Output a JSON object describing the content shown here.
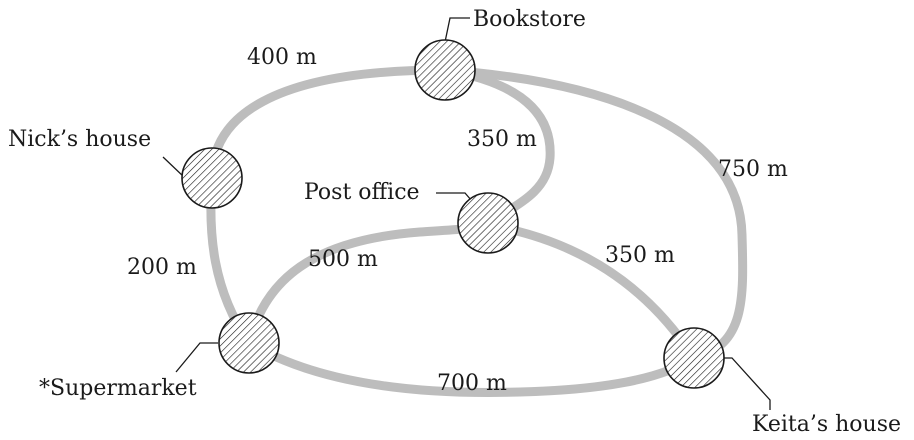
{
  "places": {
    "bookstore": "Bookstore",
    "nicks_house": "Nick’s house",
    "post_office": "Post office",
    "supermarket": "*Supermarket",
    "keitas_house": "Keita’s house"
  },
  "distances": {
    "nick_to_bookstore": "400 m",
    "bookstore_to_post_office": "350 m",
    "bookstore_to_keita": "750 m",
    "nick_to_supermarket": "200 m",
    "supermarket_to_post_office": "500 m",
    "post_office_to_keita": "350 m",
    "supermarket_to_keita": "700 m"
  },
  "colors": {
    "road": "#bdbdbd",
    "ink": "#1a1a1a",
    "background": "#ffffff"
  }
}
